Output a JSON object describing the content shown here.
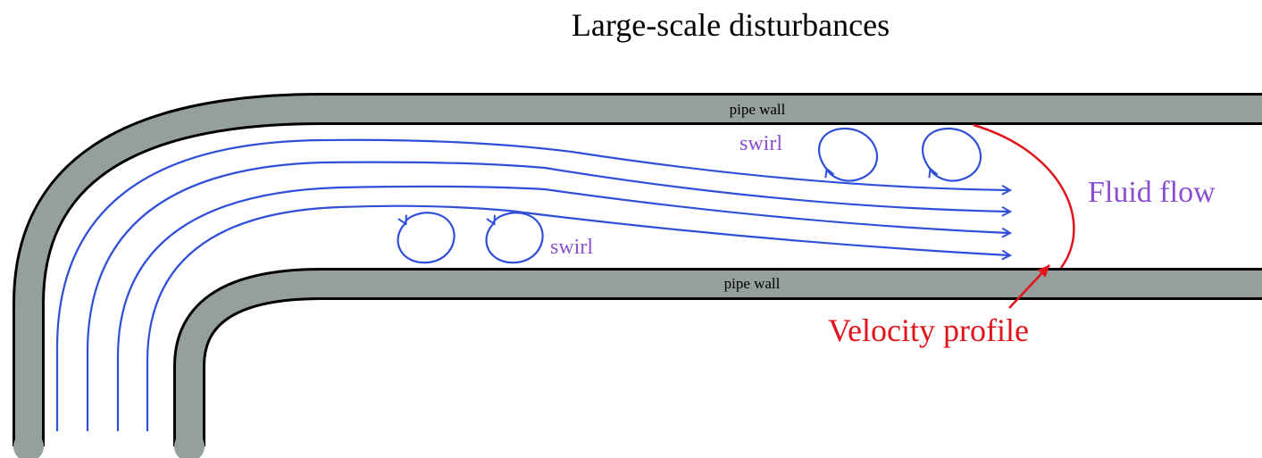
{
  "title": "Large-scale disturbances",
  "labels": {
    "pipe_wall_top": "pipe wall",
    "pipe_wall_bottom": "pipe wall",
    "swirl_upper": "swirl",
    "swirl_lower": "swirl",
    "fluid_flow": "Fluid flow",
    "velocity_profile": "Velocity profile"
  },
  "colors": {
    "pipe_fill": "#959f9b",
    "pipe_edge": "#000000",
    "streamline": "#2f4fd8",
    "swirl_label": "#8a4fd0",
    "fluid_flow_label": "#8a4fd0",
    "velocity": "#e0141a",
    "title": "#000000"
  }
}
